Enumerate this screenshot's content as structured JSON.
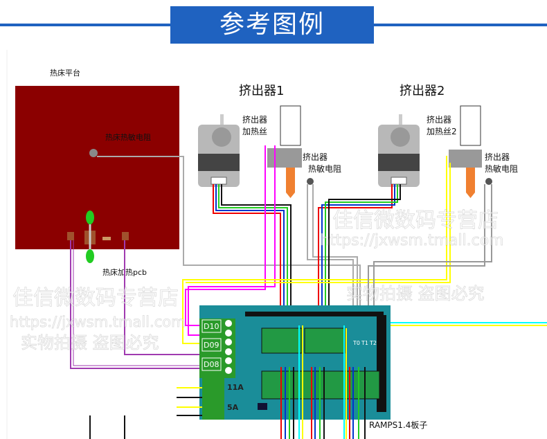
{
  "header": {
    "title": "参考图例",
    "accent_color": "#1f62c0"
  },
  "heatbed": {
    "platform_label": "热床平台",
    "thermistor_label": "热床热敏电阻",
    "pcb_label": "热床加热pcb",
    "color": "#8b0000"
  },
  "extruder1": {
    "title": "挤出器1",
    "heater_label_1": "挤出器",
    "heater_label_2": "加热丝",
    "thermistor_label_1": "挤出器",
    "thermistor_label_2": "热敏电阻"
  },
  "extruder2": {
    "title": "挤出器2",
    "heater_label_1": "挤出器",
    "heater_label_2": "加热丝2",
    "thermistor_label_1": "挤出器",
    "thermistor_label_2": "热敏电阻"
  },
  "board": {
    "name": "RAMPS1.4板子",
    "color": "#1a8d99",
    "outputs": [
      "D10",
      "D09",
      "D08"
    ],
    "power": [
      "11A",
      "5A"
    ],
    "thermistor_pins": [
      "T0",
      "T1",
      "T2"
    ]
  },
  "watermark": {
    "shop": "佳信微数码专营店",
    "url": "https://jxwsm.tmall.com",
    "notice": "实物拍摄 盗图必究"
  }
}
